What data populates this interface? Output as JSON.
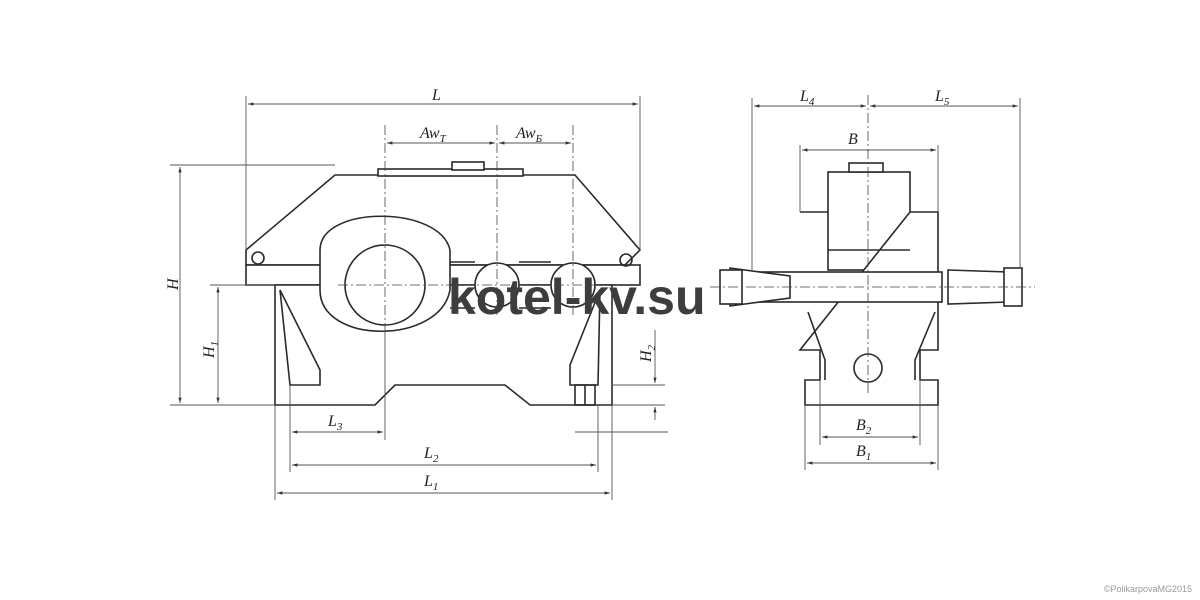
{
  "labels": {
    "L": {
      "main": "L",
      "sub": ""
    },
    "AwT": {
      "main": "Aw",
      "sub": "T"
    },
    "AwB": {
      "main": "Aw",
      "sub": "Б"
    },
    "H": {
      "main": "H",
      "sub": ""
    },
    "H1": {
      "main": "H",
      "sub": "1"
    },
    "H2": {
      "main": "H",
      "sub": "2"
    },
    "L1": {
      "main": "L",
      "sub": "1"
    },
    "L2": {
      "main": "L",
      "sub": "2"
    },
    "L3": {
      "main": "L",
      "sub": "3"
    },
    "L4": {
      "main": "L",
      "sub": "4"
    },
    "L5": {
      "main": "L",
      "sub": "5"
    },
    "B": {
      "main": "B",
      "sub": ""
    },
    "B1": {
      "main": "B",
      "sub": "1"
    },
    "B2": {
      "main": "B",
      "sub": "2"
    }
  },
  "watermark": "kotel-kv.su",
  "copyright": "©PolikarpovaMG2015",
  "colors": {
    "line": "#2a2a2a",
    "dim": "#555555",
    "fill": "#ffffff",
    "watermark": "#3d3d3d"
  }
}
